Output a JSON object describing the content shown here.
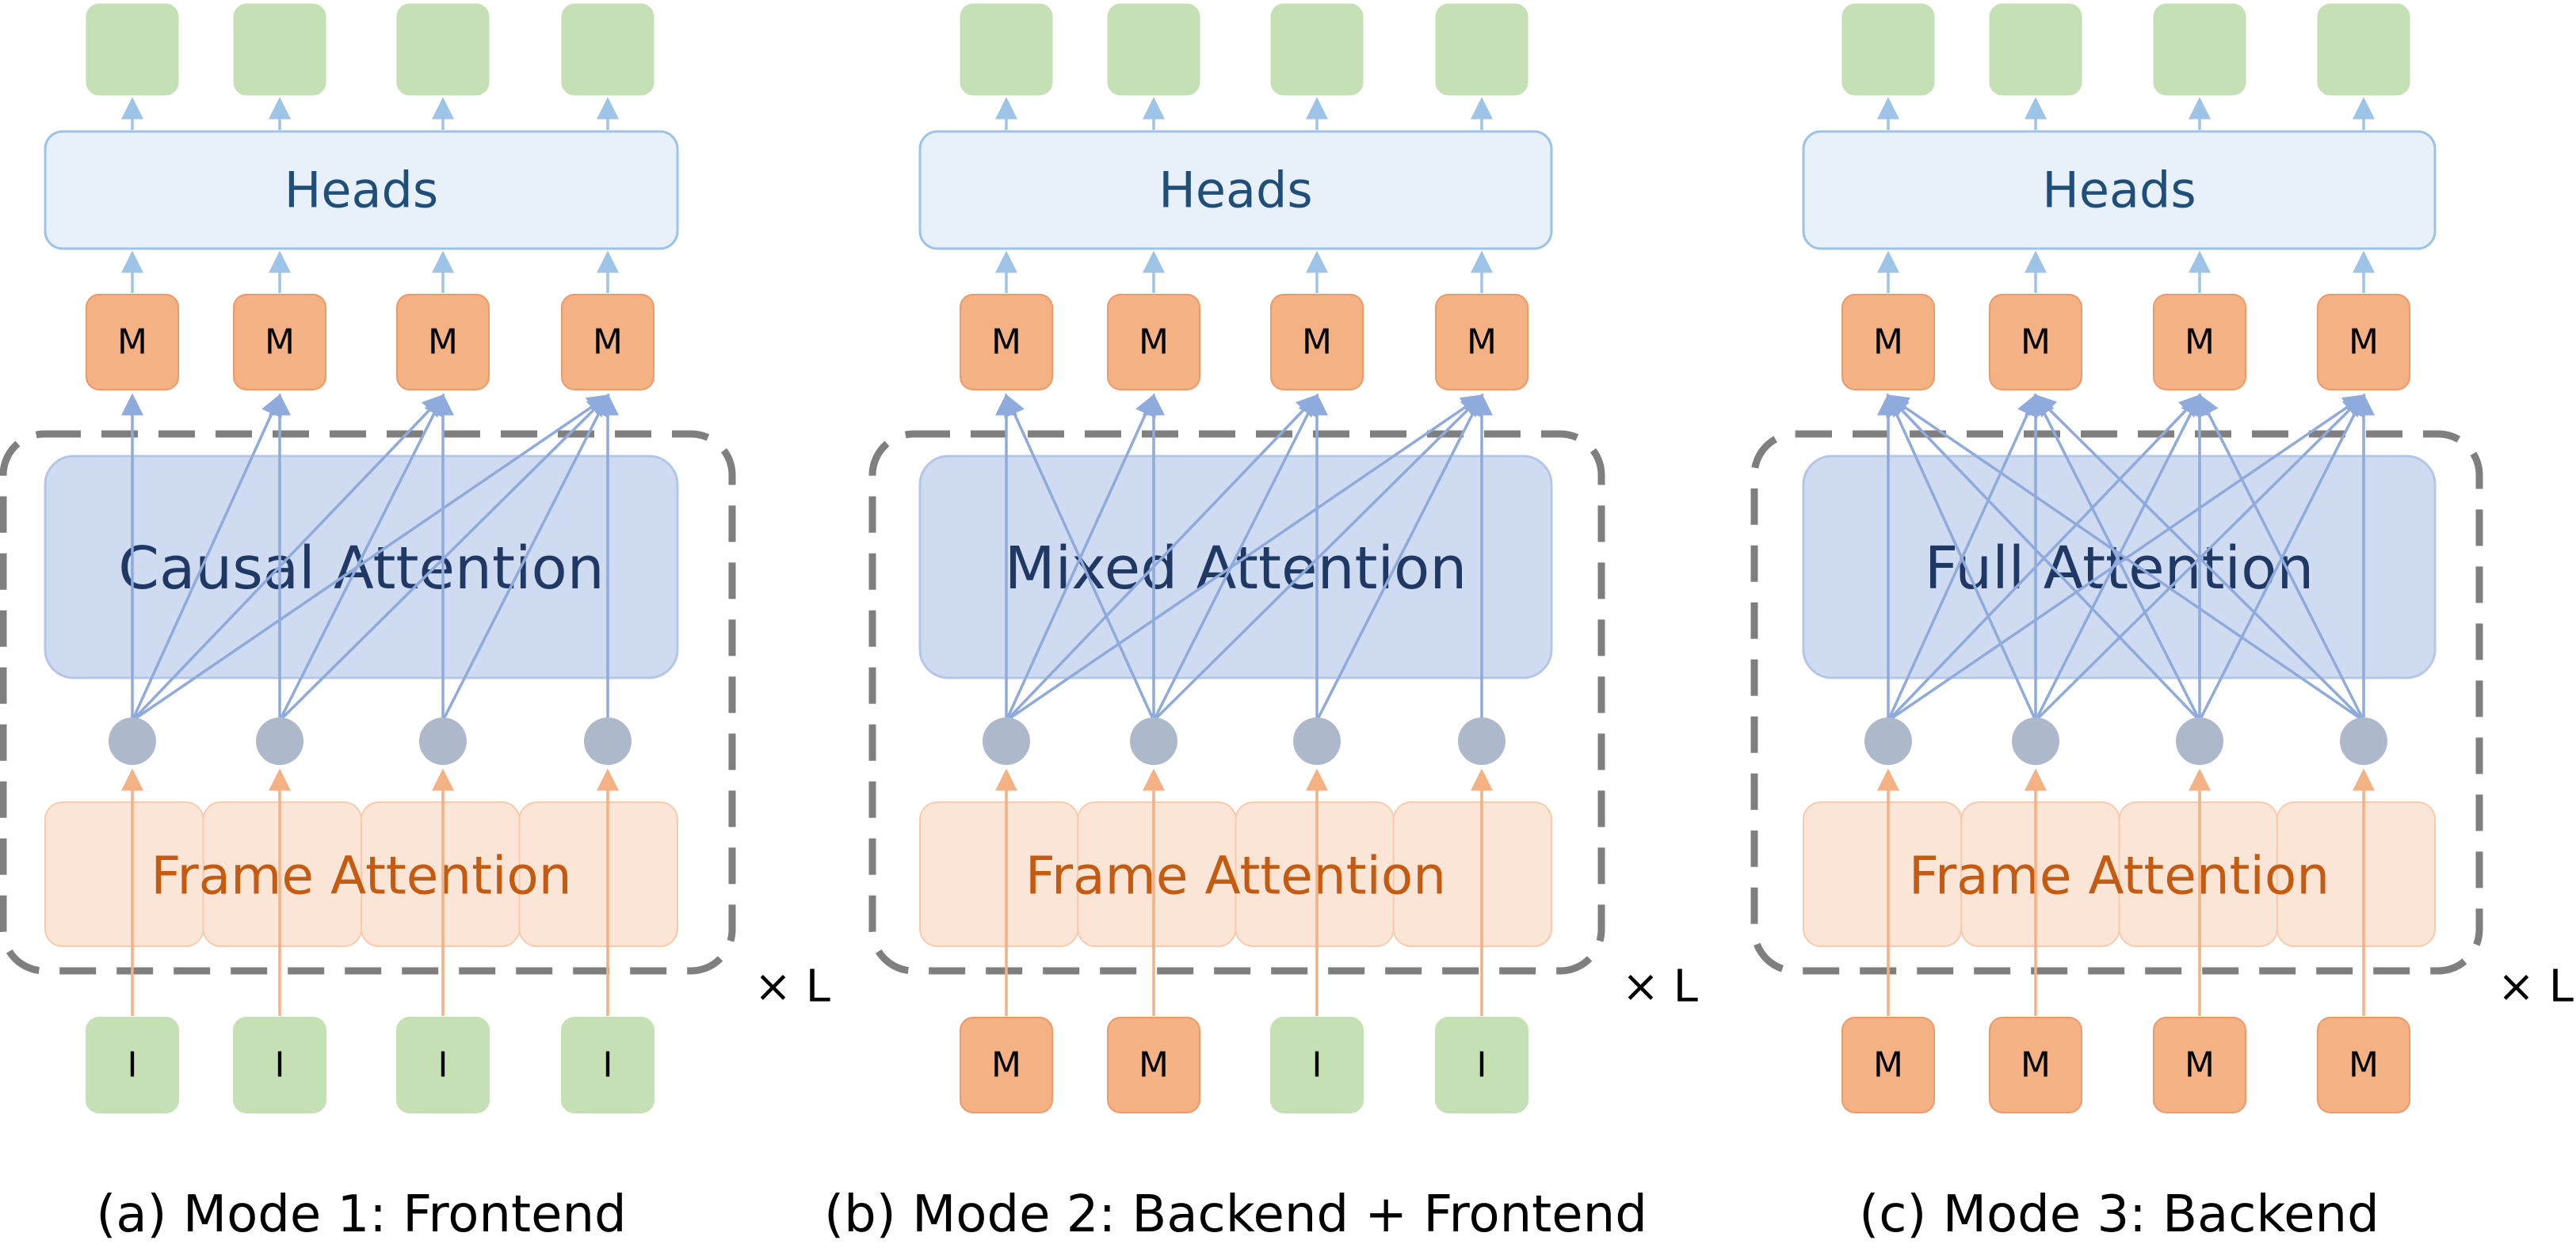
{
  "colors": {
    "green_fill": "#c5e0b4",
    "orange_fill": "#f4b183",
    "orange_stroke": "#ec9a6a",
    "heads_fill": "#e8f1fa",
    "heads_stroke": "#9dc3e6",
    "attn_fill": "#cfdbf0",
    "attn_stroke": "#b4c7e7",
    "frame_fill": "#fbe5d6",
    "frame_stroke": "#f8cbad",
    "node_fill": "#adb9ca",
    "blue_line": "#8faadc",
    "light_blue_line": "#9dc3e6",
    "orange_line": "#f4b183",
    "dash_gray": "#7f7f7f",
    "heads_text": "#1f4e79",
    "attn_text": "#1f3864",
    "frame_text": "#c55a11",
    "black_text": "#000000"
  },
  "panels": [
    {
      "id": "mode1",
      "heads_label": "Heads",
      "attention_label": "Causal Attention",
      "attention_type": "causal",
      "frame_label": "Frame Attention",
      "mid_token_label": "M",
      "input_tokens": [
        {
          "label": "I",
          "kind": "image"
        },
        {
          "label": "I",
          "kind": "image"
        },
        {
          "label": "I",
          "kind": "image"
        },
        {
          "label": "I",
          "kind": "image"
        }
      ],
      "repeat_label": "× L",
      "caption": "(a) Mode 1: Frontend"
    },
    {
      "id": "mode2",
      "heads_label": "Heads",
      "attention_label": "Mixed Attention",
      "attention_type": "mixed",
      "frame_label": "Frame Attention",
      "mid_token_label": "M",
      "input_tokens": [
        {
          "label": "M",
          "kind": "map"
        },
        {
          "label": "M",
          "kind": "map"
        },
        {
          "label": "I",
          "kind": "image"
        },
        {
          "label": "I",
          "kind": "image"
        }
      ],
      "repeat_label": "× L",
      "caption": "(b) Mode 2: Backend + Frontend"
    },
    {
      "id": "mode3",
      "heads_label": "Heads",
      "attention_label": "Full Attention",
      "attention_type": "full",
      "frame_label": "Frame Attention",
      "mid_token_label": "M",
      "input_tokens": [
        {
          "label": "M",
          "kind": "map"
        },
        {
          "label": "M",
          "kind": "map"
        },
        {
          "label": "M",
          "kind": "map"
        },
        {
          "label": "M",
          "kind": "map"
        }
      ],
      "repeat_label": "× L",
      "caption": "(c) Mode 3: Backend"
    }
  ]
}
